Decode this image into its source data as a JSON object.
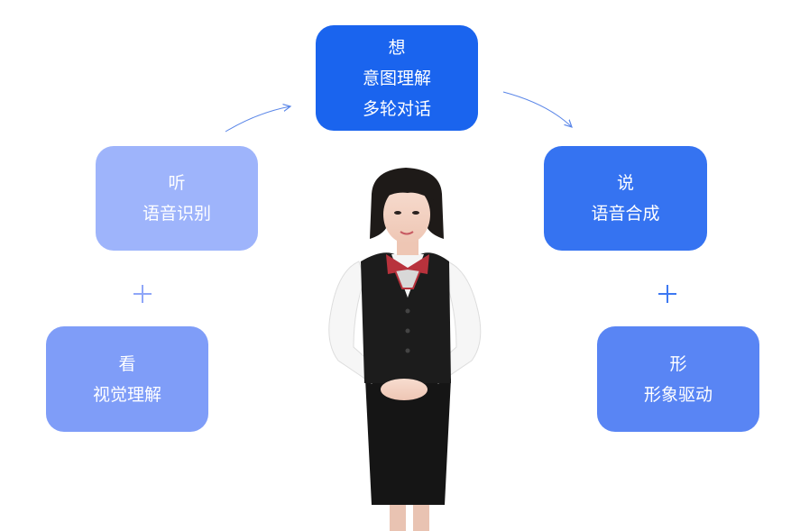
{
  "cards": {
    "think": {
      "title": "想",
      "line1": "意图理解",
      "line2": "多轮对话"
    },
    "listen": {
      "title": "听",
      "line1": "语音识别"
    },
    "speak": {
      "title": "说",
      "line1": "语音合成"
    },
    "see": {
      "title": "看",
      "line1": "视觉理解"
    },
    "form": {
      "title": "形",
      "line1": "形象驱动"
    }
  },
  "colors": {
    "think": "#1a64ee",
    "listen": "#9eb4fb",
    "speak": "#3573f1",
    "see": "#7f9df8",
    "form": "#5985f4",
    "arrow": "#5a86e8"
  },
  "icons": [
    "plus-icon",
    "curved-arrow-icon"
  ],
  "figure": "digital-human-avatar"
}
